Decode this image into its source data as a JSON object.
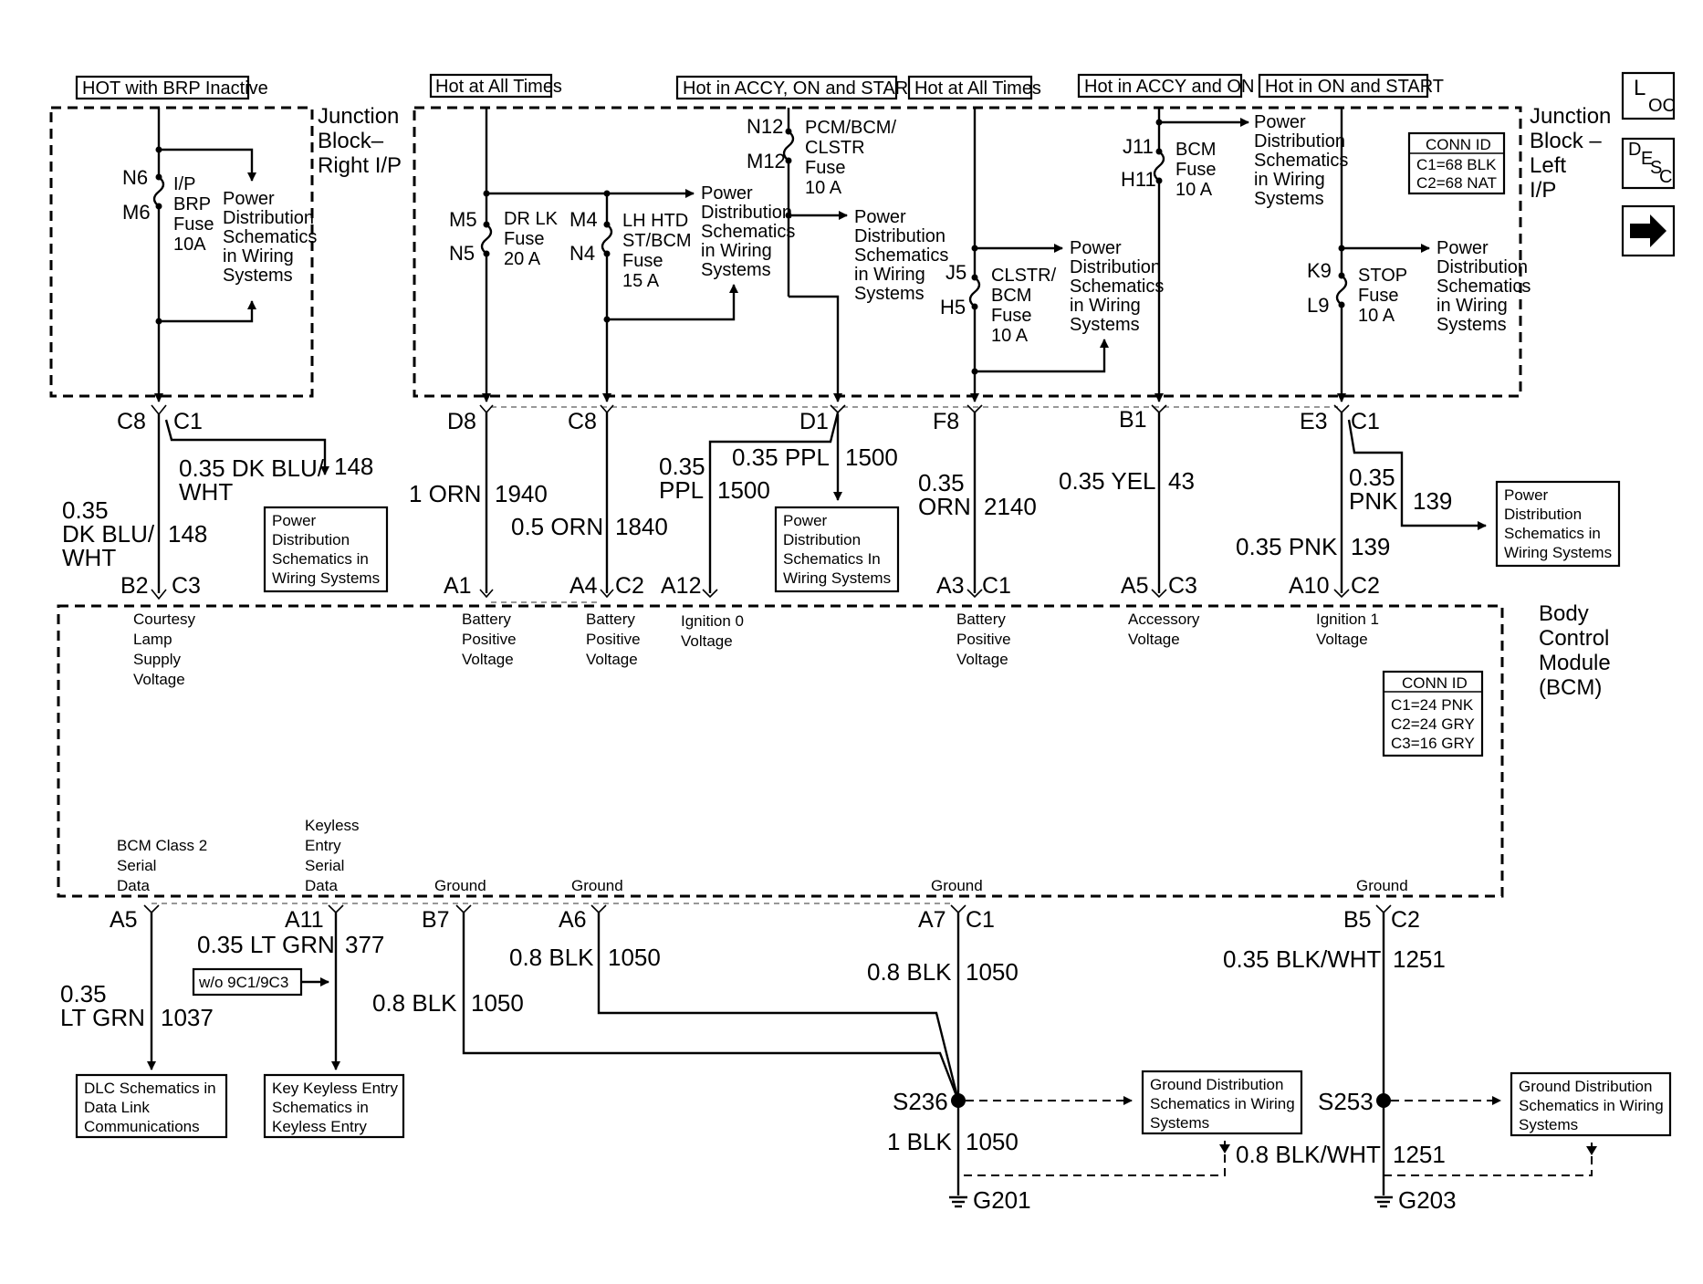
{
  "headers": {
    "hot_brp": "HOT with BRP Inactive",
    "hot_all1": "Hot at All Times",
    "hot_accy_on_start": "Hot in ACCY, ON and START",
    "hot_all2": "Hot at All Times",
    "hot_accy_on": "Hot in ACCY and ON",
    "hot_on_start": "Hot in ON and START"
  },
  "junction_right": [
    "Junction",
    "Block–",
    "Right I/P"
  ],
  "junction_left": [
    "Junction",
    "Block –",
    "Left",
    "I/P"
  ],
  "bcm_title": [
    "Body",
    "Control",
    "Module",
    "(BCM)"
  ],
  "nav": {
    "loc_main": "L",
    "loc_sub": "OC",
    "desc_main": "D",
    "desc_e": "E",
    "desc_s": "S",
    "desc_c": "C",
    "next": "➡"
  },
  "conn_jb": {
    "title": "CONN ID",
    "c1": "C1=68 BLK",
    "c2": "C2=68 NAT"
  },
  "conn_bcm": {
    "title": "CONN ID",
    "c1": "C1=24 PNK",
    "c2": "C2=24 GRY",
    "c3": "C3=16 GRY"
  },
  "fuses": {
    "brp": {
      "top": "N6",
      "bot": "M6",
      "lines": [
        "I/P",
        "BRP",
        "Fuse",
        "10A"
      ]
    },
    "drlk": {
      "top": "M5",
      "bot": "N5",
      "lines": [
        "DR LK",
        "Fuse",
        "20 A"
      ]
    },
    "lhhtd": {
      "top": "M4",
      "bot": "N4",
      "lines": [
        "LH HTD",
        "ST/BCM",
        "Fuse",
        "15 A"
      ]
    },
    "pcm": {
      "top": "N12",
      "bot": "M12",
      "lines": [
        "PCM/BCM/",
        "CLSTR",
        "Fuse",
        "10 A"
      ]
    },
    "clstr": {
      "top": "J5",
      "bot": "H5",
      "lines": [
        "CLSTR/",
        "BCM",
        "Fuse",
        "10 A"
      ]
    },
    "bcmf": {
      "top": "J11",
      "bot": "H11",
      "lines": [
        "BCM",
        "Fuse",
        "10 A"
      ]
    },
    "stop": {
      "top": "K9",
      "bot": "L9",
      "lines": [
        "STOP",
        "Fuse",
        "10 A"
      ]
    }
  },
  "pds": {
    "p1": [
      "Power",
      "Distribution",
      "Schematics",
      "in Wiring",
      "Systems"
    ],
    "p2": [
      "Power",
      "Distribution",
      "Schematics",
      "in Wiring",
      "Systems"
    ],
    "p3": [
      "Power",
      "Distribution",
      "Schematics",
      "in Wiring",
      "Systems"
    ],
    "p4": [
      "Power",
      "Distribution",
      "Schematics",
      "in Wiring",
      "Systems"
    ],
    "p5": [
      "Power",
      "Distribution",
      "Schematics",
      "in Wiring",
      "Systems"
    ],
    "p6": [
      "Power",
      "Distribution",
      "Schematics",
      "in Wiring",
      "Systems"
    ]
  },
  "pd_boxes": {
    "b148": [
      "Power",
      "Distribution",
      "Schematics in",
      "Wiring Systems"
    ],
    "b1500": [
      "Power",
      "Distribution",
      "Schematics In",
      "Wiring Systems"
    ],
    "b139": [
      "Power",
      "Distribution",
      "Schematics in",
      "Wiring Systems"
    ]
  },
  "jb_pins": {
    "c8l": "C8",
    "c1l": "C1",
    "d8": "D8",
    "c8": "C8",
    "d1": "D1",
    "f8": "F8",
    "b1": "B1",
    "e3": "E3",
    "c1r": "C1"
  },
  "bcm_top_pins": {
    "b2": "B2",
    "c3a": "C3",
    "a1": "A1",
    "a4": "A4",
    "c2a": "C2",
    "a12": "A12",
    "a3": "A3",
    "c1": "C1",
    "a5": "A5",
    "c3b": "C3",
    "a10": "A10",
    "c2b": "C2"
  },
  "wires_top": {
    "w148a": [
      "0.35 DK BLU/",
      "WHT"
    ],
    "w148a_num": "148",
    "w148b": [
      "0.35",
      "DK BLU/",
      "WHT"
    ],
    "w148b_num": "148",
    "w1940": "1 ORN",
    "w1940_num": "1940",
    "w1840": "0.5 ORN",
    "w1840_num": "1840",
    "w1500a": [
      "0.35",
      "PPL"
    ],
    "w1500a_num": "1500",
    "w1500b": "0.35 PPL",
    "w1500b_num": "1500",
    "w2140": [
      "0.35",
      "ORN"
    ],
    "w2140_num": "2140",
    "w43": "0.35 YEL",
    "w43_num": "43",
    "w139a": [
      "0.35",
      "PNK"
    ],
    "w139a_num": "139",
    "w139b": "0.35 PNK",
    "w139b_num": "139"
  },
  "bcm_inputs": {
    "courtesy": [
      "Courtesy",
      "Lamp",
      "Supply",
      "Voltage"
    ],
    "bat1": [
      "Battery",
      "Positive",
      "Voltage"
    ],
    "bat2": [
      "Battery",
      "Positive",
      "Voltage"
    ],
    "ign0": [
      "Ignition 0",
      "Voltage"
    ],
    "bat3": [
      "Battery",
      "Positive",
      "Voltage"
    ],
    "accy": [
      "Accessory",
      "Voltage"
    ],
    "ign1": [
      "Ignition 1",
      "Voltage"
    ]
  },
  "bcm_outputs": {
    "class2": [
      "BCM Class 2",
      "Serial",
      "Data"
    ],
    "keyless": [
      "Keyless",
      "Entry",
      "Serial",
      "Data"
    ],
    "gnd1": "Ground",
    "gnd2": "Ground",
    "gnd3": "Ground",
    "gnd4": "Ground"
  },
  "bcm_bot_pins": {
    "a5": "A5",
    "a11": "A11",
    "b7": "B7",
    "a6": "A6",
    "a7": "A7",
    "c1": "C1",
    "b5": "B5",
    "c2": "C2"
  },
  "wires_bot": {
    "w1037": [
      "0.35",
      "LT GRN"
    ],
    "w1037_num": "1037",
    "w377": "0.35 LT GRN",
    "w377_num": "377",
    "opt": "w/o 9C1/9C3",
    "w1050a": "0.8 BLK",
    "w1050a_num": "1050",
    "w1050b": "0.8 BLK",
    "w1050b_num": "1050",
    "w1050c": "0.8 BLK",
    "w1050c_num": "1050",
    "w1251a": "0.35 BLK/WHT",
    "w1251a_num": "1251",
    "w1050d": "1 BLK",
    "w1050d_num": "1050",
    "w1251b": "0.8 BLK/WHT",
    "w1251b_num": "1251"
  },
  "dest_boxes": {
    "dlc": [
      "DLC Schematics in",
      "Data Link",
      "Communications"
    ],
    "key": [
      "Key Keyless Entry",
      "Schematics in",
      "Keyless Entry"
    ],
    "gd1": [
      "Ground Distribution",
      "Schematics in Wiring",
      "Systems"
    ],
    "gd2": [
      "Ground Distribution",
      "Schematics in Wiring",
      "Systems"
    ]
  },
  "splices": {
    "s236": "S236",
    "s253": "S253"
  },
  "grounds": {
    "g201": "G201",
    "g203": "G203"
  }
}
